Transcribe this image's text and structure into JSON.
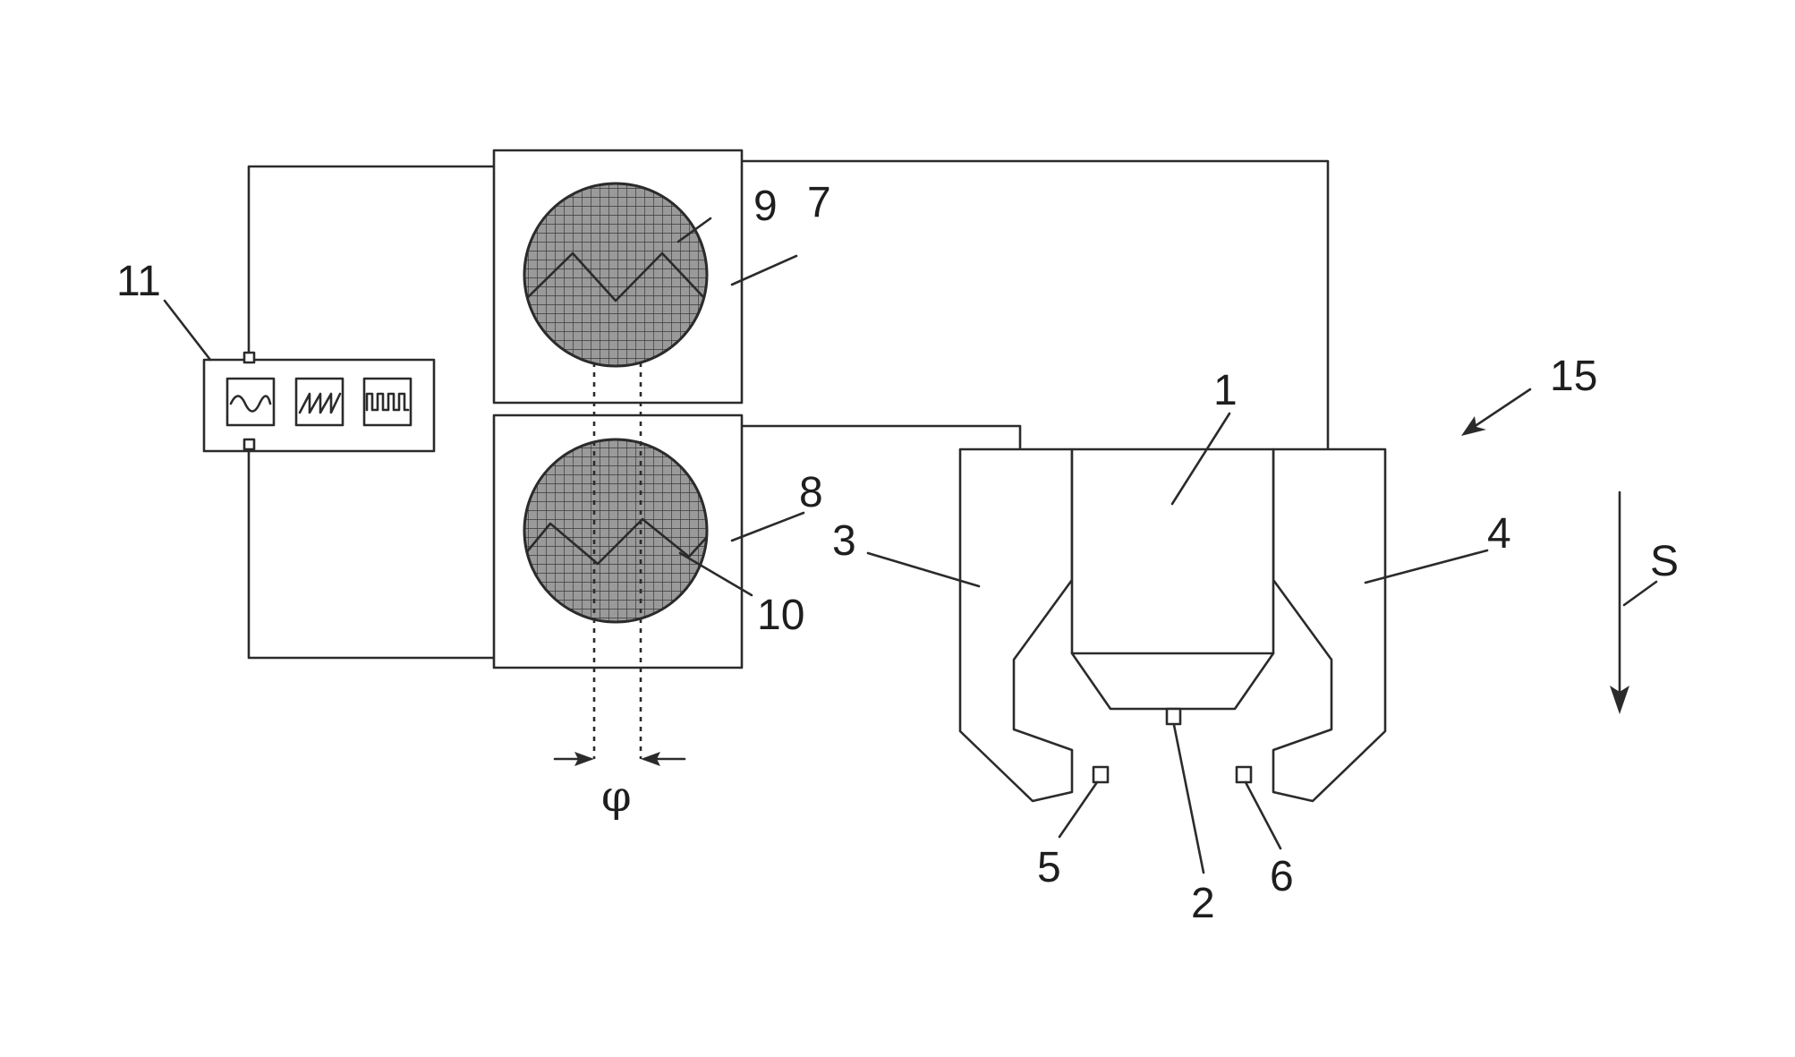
{
  "labels": {
    "n1": "1",
    "n2": "2",
    "n3": "3",
    "n4": "4",
    "n5": "5",
    "n6": "6",
    "n7": "7",
    "n8": "8",
    "n9": "9",
    "n10": "10",
    "n11": "11",
    "n15": "15",
    "s": "S",
    "phi": "φ"
  },
  "colors": {
    "line": "#2b2b2b",
    "grid_fill": "#9a9a9a",
    "background": "#ffffff"
  },
  "icons": [
    "sine-wave-icon",
    "sawtooth-wave-icon",
    "square-wave-icon"
  ]
}
